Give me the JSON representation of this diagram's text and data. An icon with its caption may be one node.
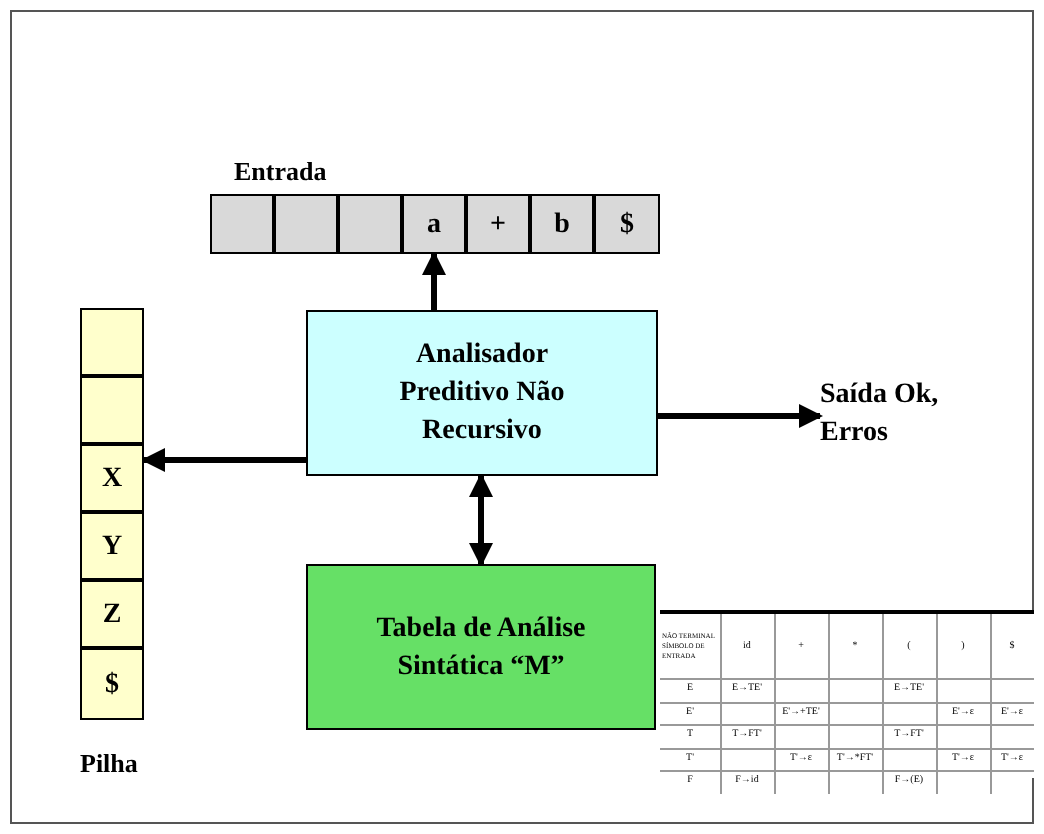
{
  "diagram": {
    "nodes": [
      {
        "text": [
          "Entrada"
        ]
      },
      {
        "text": [],
        "shape": "box",
        "in": 0
      },
      {
        "text": [],
        "shape": "box",
        "in": 0
      },
      {
        "text": [],
        "shape": "box",
        "in": 0
      },
      {
        "text": [
          "a"
        ],
        "in": 0
      },
      {
        "text": [
          "+"
        ],
        "in": 0
      },
      {
        "text": [
          "b"
        ],
        "in": 0
      },
      {
        "text": [
          "$"
        ],
        "in": 0
      },
      {
        "text": [
          "Analisador Preditivo Não Recursivo"
        ]
      },
      {
        "text": [
          "Pilha"
        ]
      },
      {
        "text": [],
        "shape": "box",
        "in": 9
      },
      {
        "text": [],
        "shape": "box",
        "in": 9
      },
      {
        "text": [
          "X"
        ],
        "in": 9
      },
      {
        "text": [
          "Y"
        ],
        "in": 9
      },
      {
        "text": [
          "Z"
        ],
        "in": 9
      },
      {
        "text": [
          "$"
        ],
        "in": 9
      },
      {
        "text": [
          "Saída Ok, Erros"
        ]
      },
      {
        "text": [
          "Tabela de Análise Sintática “M”"
        ]
      }
    ],
    "edges": [
      {
        "from": 8,
        "to": 4,
        "arrow": "to"
      },
      {
        "from": 8,
        "to": 12,
        "arrow": "to"
      },
      {
        "from": 8,
        "to": 16,
        "arrow": "to"
      },
      {
        "from": 8,
        "to": 17,
        "arrow": "both"
      }
    ],
    "labels": [
      "NÃO TERMINAL SÍMBOLO DE ENTRADA",
      "id",
      "+",
      "*",
      "(",
      ")",
      "$",
      "E",
      "E→TE'",
      "E→TE'",
      "E'",
      "E'→+TE'",
      "E'→ε",
      "E'→ε",
      "T",
      "T→FT'",
      "T→FT'",
      "T'",
      "T'→ε",
      "T'→*FT'",
      "T'→ε",
      "T'→ε",
      "F",
      "F→id",
      "F→(E)"
    ]
  }
}
